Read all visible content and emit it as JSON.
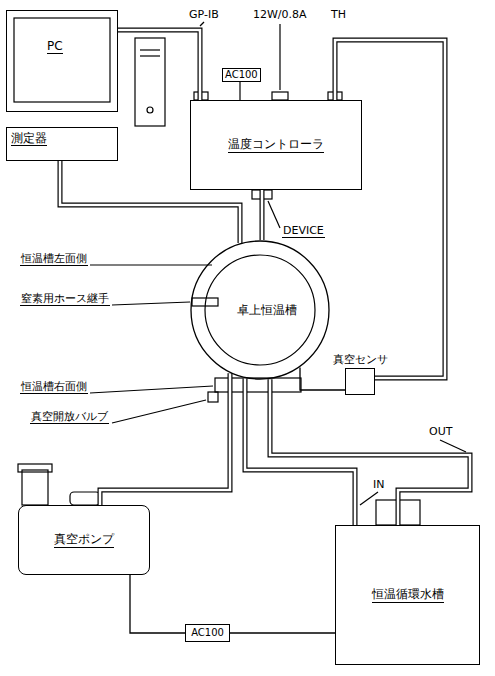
{
  "diagram": {
    "nodes": [
      {
        "text": [
          "PC"
        ]
      },
      {
        "text": [
          "温度コントローラ"
        ]
      },
      {
        "text": [
          "測定器"
        ]
      },
      {
        "text": [
          "卓上恒温槽"
        ]
      },
      {
        "text": [
          "真空センサ"
        ]
      },
      {
        "text": [
          "真空ポンプ"
        ]
      },
      {
        "text": [
          "恒温循環水槽"
        ]
      },
      {
        "text": [
          "AC100"
        ]
      }
    ],
    "edges": [
      {
        "from": 0,
        "to": 1,
        "arrow": "none"
      },
      {
        "from": 2,
        "to": 3,
        "arrow": "none"
      },
      {
        "from": 1,
        "to": 3,
        "arrow": "none"
      },
      {
        "from": 1,
        "to": 4,
        "arrow": "none"
      },
      {
        "from": 3,
        "to": 4,
        "arrow": "none"
      },
      {
        "from": 3,
        "to": 5,
        "arrow": "none"
      },
      {
        "from": 3,
        "to": 6,
        "arrow": "none"
      },
      {
        "from": 3,
        "to": 6,
        "arrow": "none"
      },
      {
        "from": 5,
        "to": 7,
        "arrow": "none"
      },
      {
        "from": 7,
        "to": 6,
        "arrow": "none"
      }
    ],
    "labels": [
      "GP-IB",
      "AC100",
      "12W/0.8A",
      "TH",
      "DEVICE",
      "恒温槽左面側",
      "窒素用ホース継手",
      "恒温槽右面側",
      "真空開放バルブ",
      "IN",
      "OUT"
    ]
  }
}
